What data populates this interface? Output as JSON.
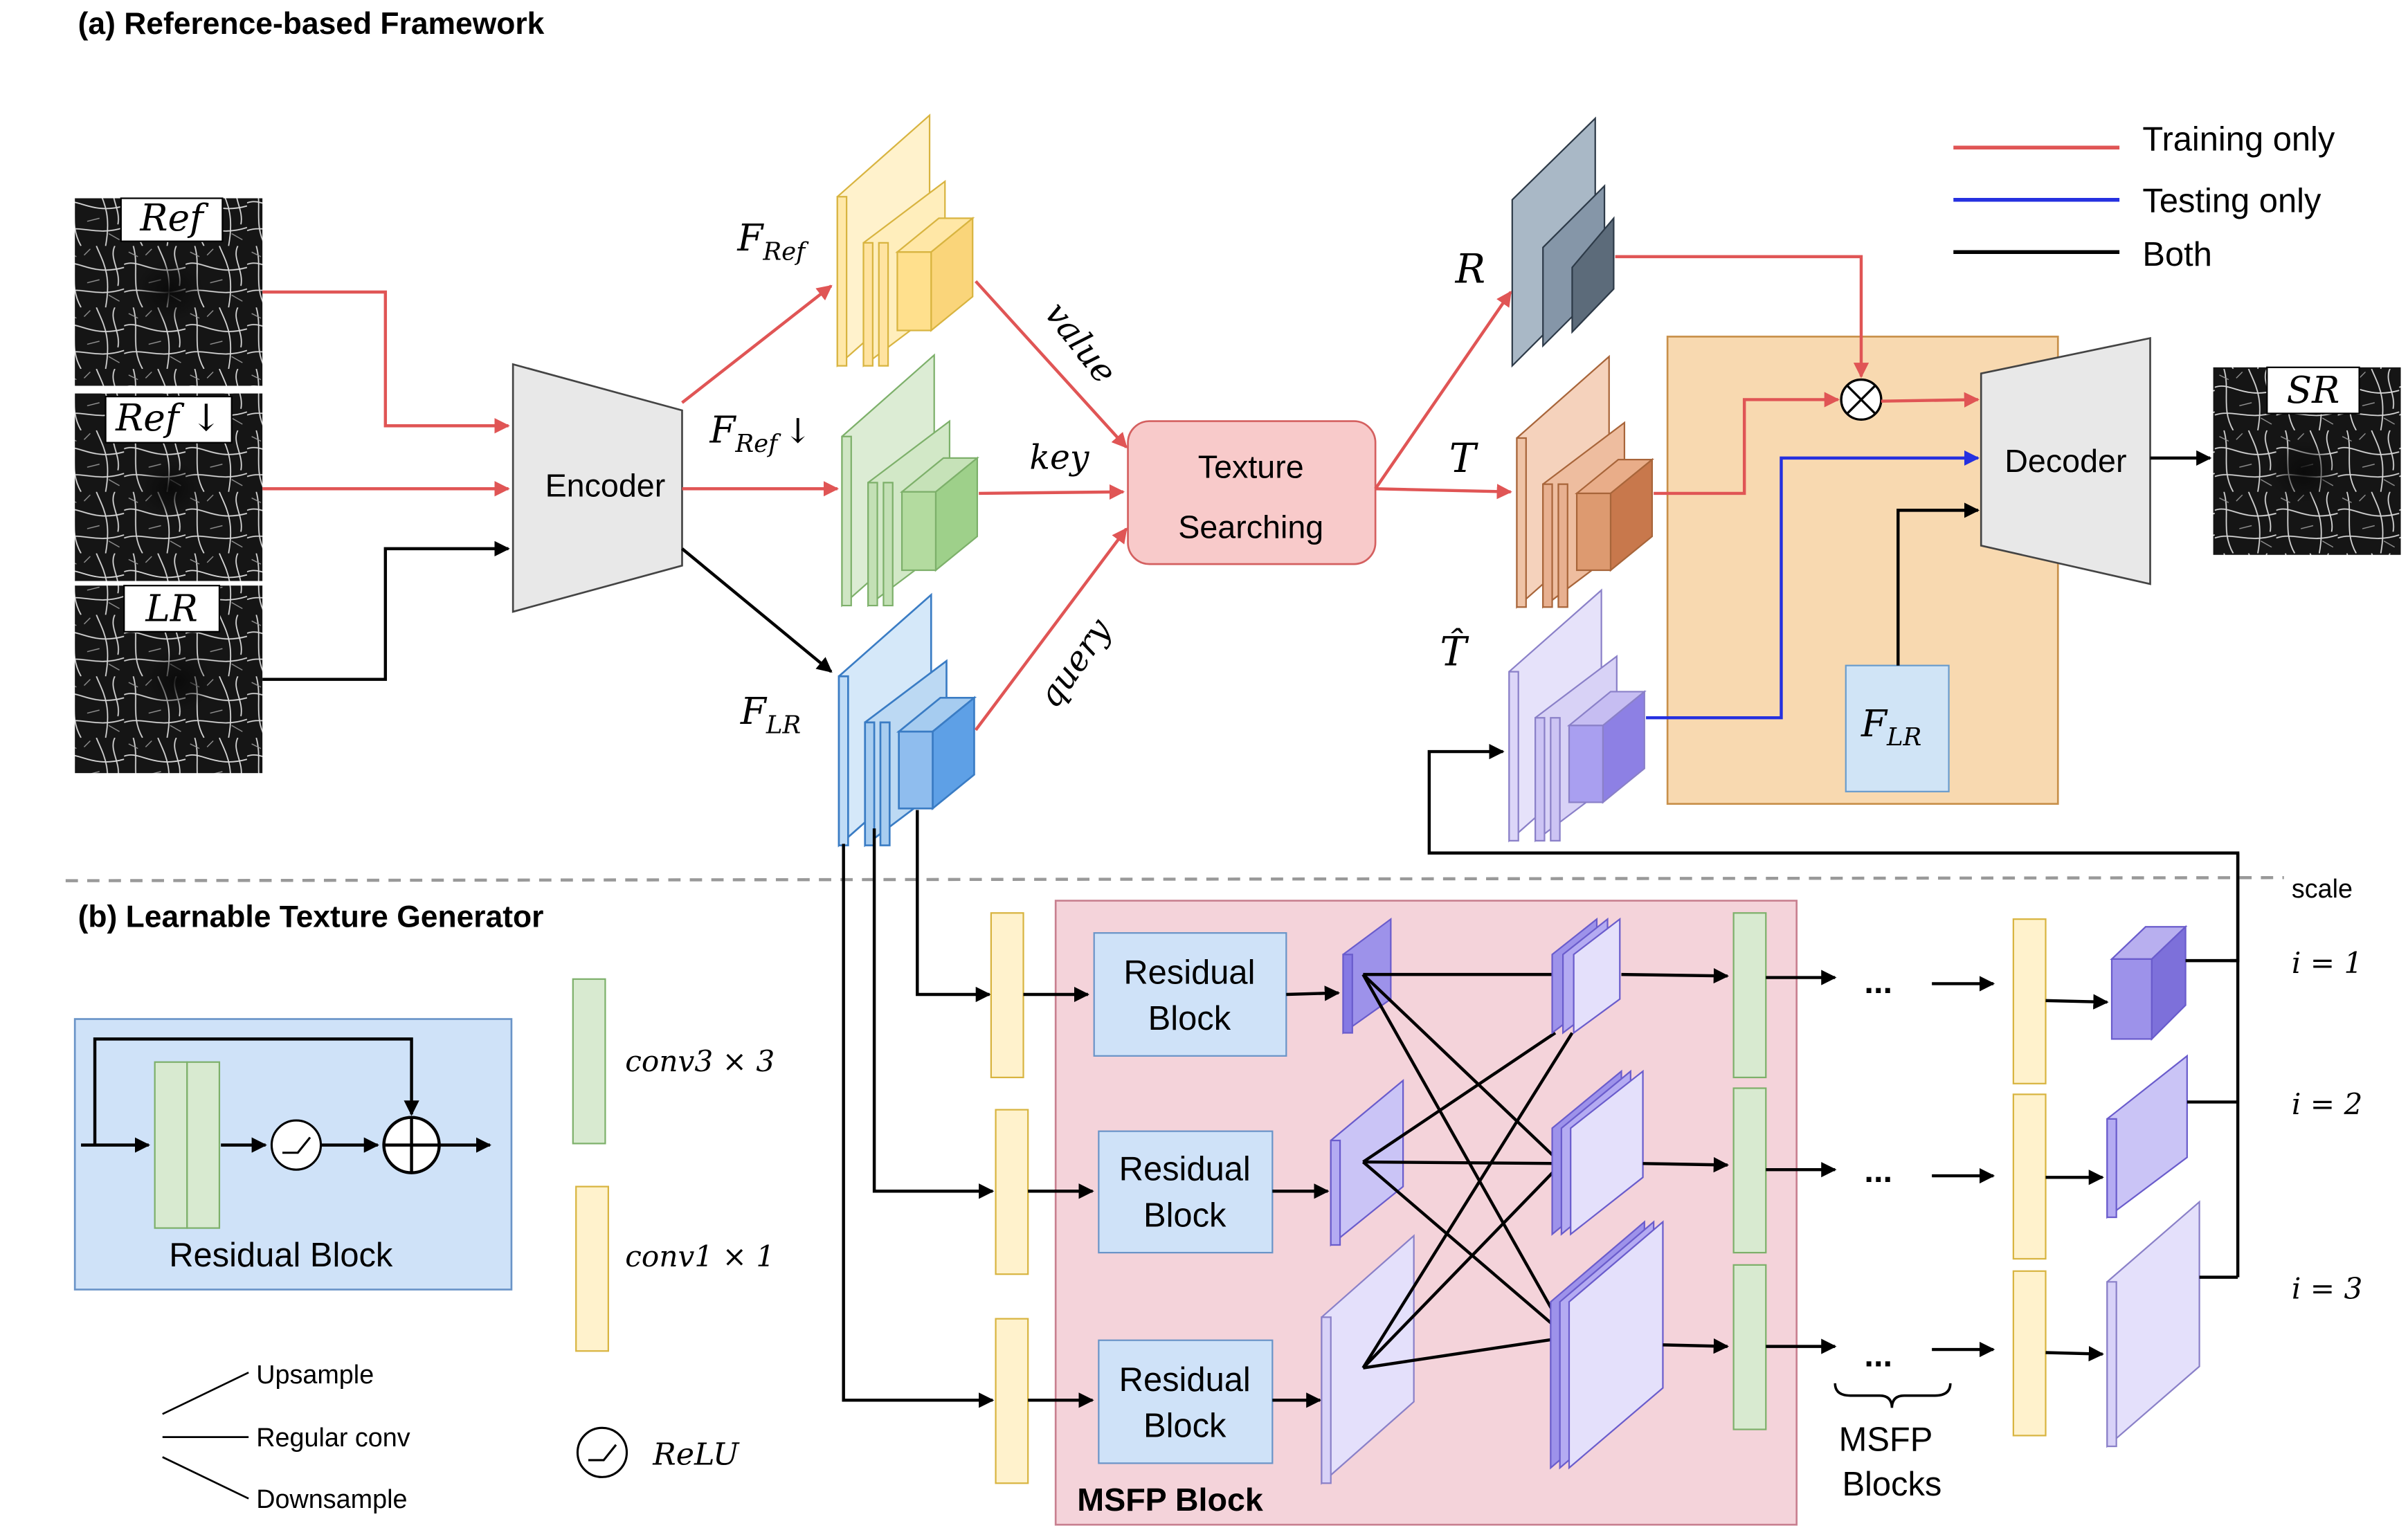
{
  "sections": {
    "a": "(a) Reference-based Framework",
    "b": "(b) Learnable Texture Generator"
  },
  "legend": {
    "training": "Training only",
    "testing": "Testing only",
    "both": "Both",
    "colors": {
      "training": "#e05555",
      "testing": "#2530e0",
      "both": "#000000"
    }
  },
  "inputs": {
    "ref": "Ref",
    "ref_down": "Ref ↓",
    "lr": "LR",
    "sr": "SR"
  },
  "encoder": "Encoder",
  "decoder": "Decoder",
  "texture": {
    "line1": "Texture",
    "line2": "Searching"
  },
  "features": {
    "f_ref": "F",
    "f_ref_sub": "Ref",
    "f_ref_down": "F",
    "f_ref_down_sub": "Ref",
    "f_ref_down_arrow": "↓",
    "f_lr": "F",
    "f_lr_sub": "LR",
    "box_f_lr": "F",
    "box_f_lr_sub": "LR",
    "r": "R",
    "t": "T",
    "t_hat": "T̂"
  },
  "edge_labels": {
    "value": "value",
    "key": "key",
    "query": "query"
  },
  "generator": {
    "residual": [
      "Residual",
      "Block"
    ],
    "residual_block_caption": "Residual Block",
    "legend_conv3": "conv3 × 3",
    "legend_conv1": "conv1 × 1",
    "relu": "ReLU",
    "upsample": "Upsample",
    "regular": "Regular conv",
    "downsample": "Downsample",
    "msfp_block": "MSFP Block",
    "msfp_blocks": [
      "MSFP",
      "Blocks"
    ],
    "dots": "...",
    "scale": "scale",
    "scales": [
      "i = 1",
      "i = 2",
      "i = 3"
    ]
  }
}
